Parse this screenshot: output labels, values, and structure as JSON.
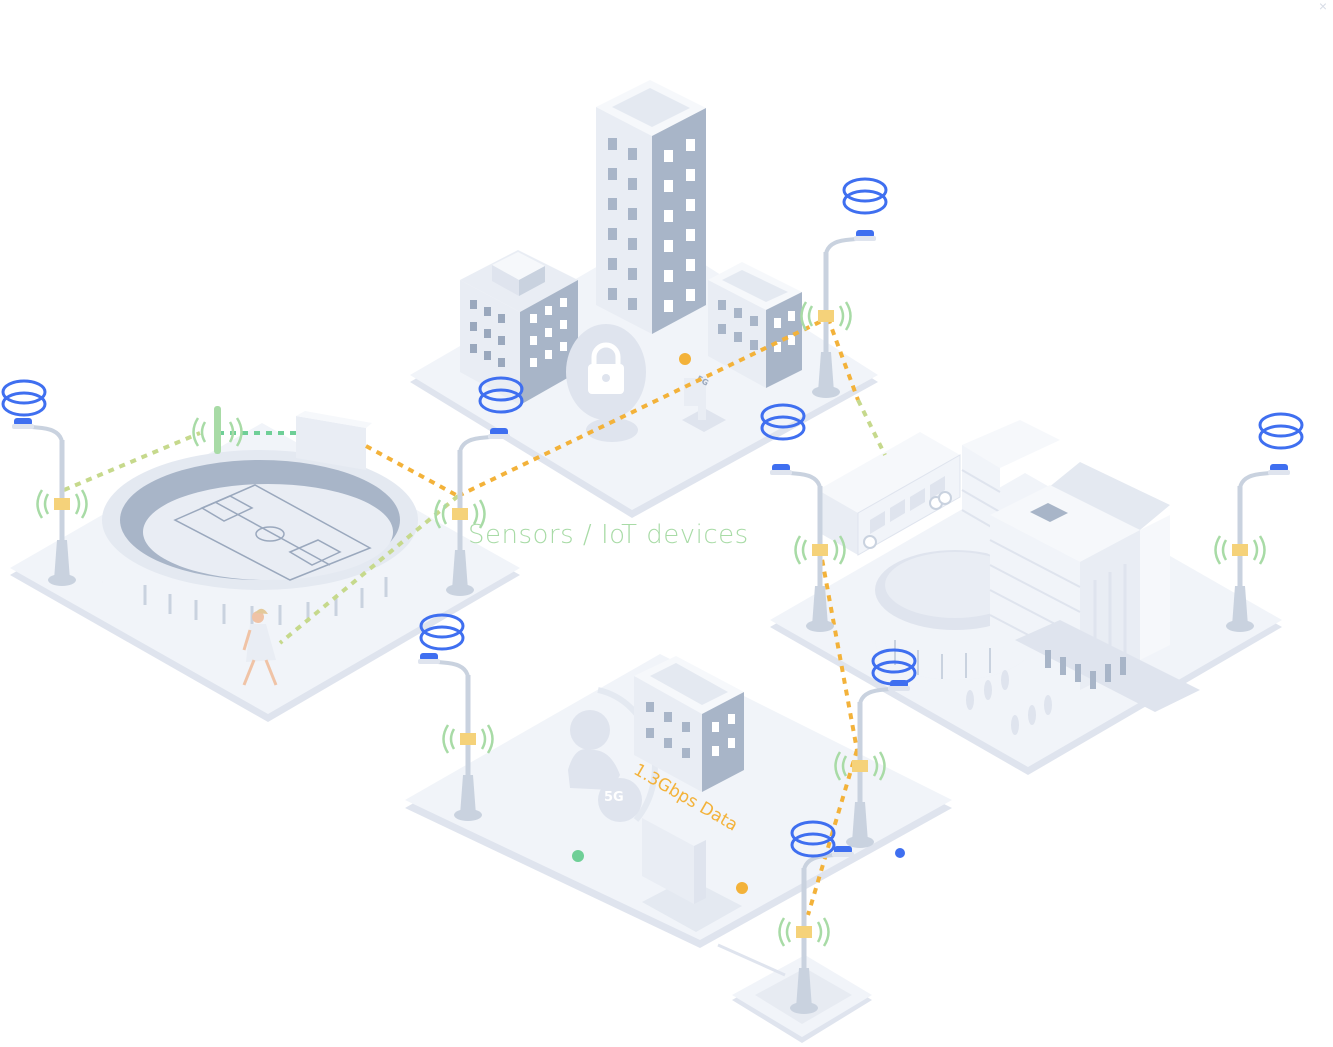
{
  "labels": {
    "sensors": "Sensors / IoT devices",
    "data_rate": "1.3Gbps Data",
    "badge_5g": "5G",
    "tower_5g": "5G"
  },
  "close_glyph": "×",
  "colors": {
    "background": "#ffffff",
    "platform_top": "#f1f4f9",
    "platform_side": "#dfe4ee",
    "building_light": "#e9edf4",
    "building_mid": "#c9d2df",
    "building_dark": "#a8b5c8",
    "window_dark": "#9aa8bd",
    "sensors_label": "#a8dba6",
    "data_label": "#f3b23a",
    "orange_link": "#f3b23a",
    "green_link": "#c6d98c",
    "green_sensor": "#6fcf97",
    "blue_ring": "#3f6ff0",
    "dot_green": "#6fcf97",
    "dot_blue": "#3f6ff0",
    "dot_orange": "#f3b23a"
  },
  "icons": [
    "lock-icon",
    "person-icon",
    "signal-ring-icon",
    "wifi-wave-icon",
    "close-icon"
  ]
}
